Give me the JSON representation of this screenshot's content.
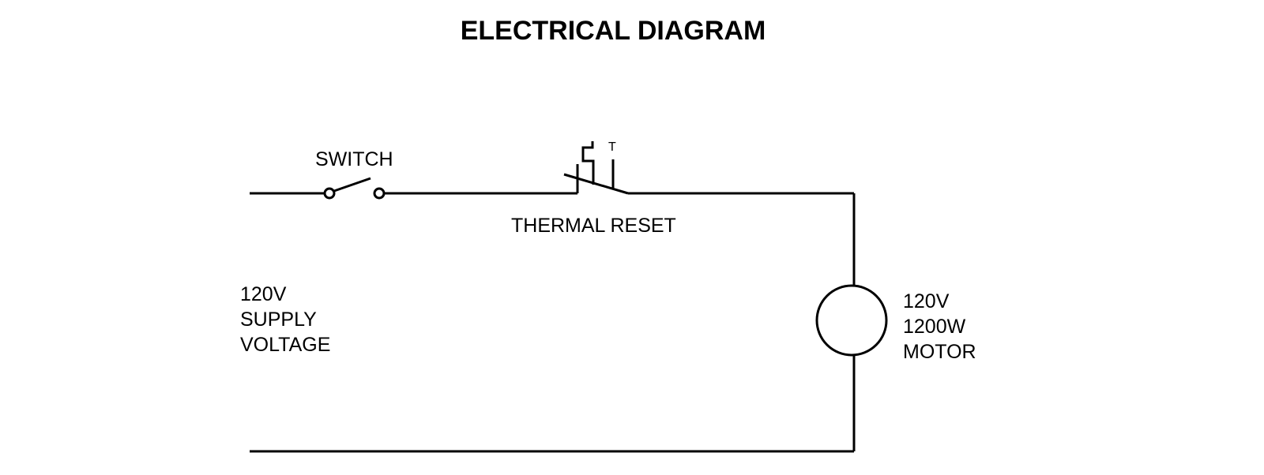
{
  "title": "ELECTRICAL DIAGRAM",
  "labels": {
    "switch": "SWITCH",
    "thermal_reset": "THERMAL RESET",
    "thermal_t": "T",
    "supply_1": "120V",
    "supply_2": "SUPPLY",
    "supply_3": "VOLTAGE",
    "motor_1": "120V",
    "motor_2": "1200W",
    "motor_3": "MOTOR"
  },
  "colors": {
    "line": "#000000",
    "background": "#ffffff"
  }
}
